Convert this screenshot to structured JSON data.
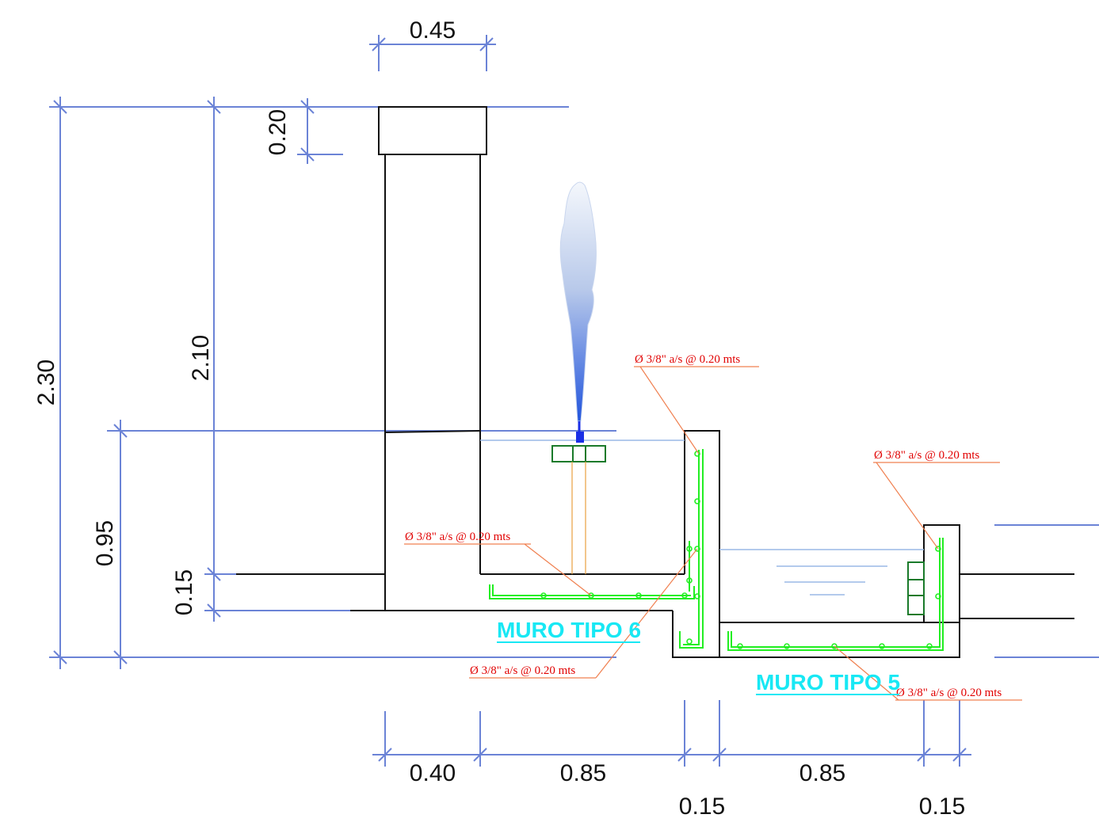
{
  "dimensions": {
    "top_width": "0.45",
    "cap_height": "0.20",
    "total_height": "2.30",
    "column_height": "2.10",
    "pool_height": "0.95",
    "slab_thickness": "0.15",
    "bottom_column": "0.40",
    "bottom_pool1": "0.85",
    "bottom_wall1": "0.15",
    "bottom_pool2": "0.85",
    "bottom_wall2": "0.15"
  },
  "rebar_notes": {
    "wall6": "Ø 3/8\" a/s @ 0.20 mts",
    "slab6": "Ø 3/8\" a/s @ 0.20 mts",
    "base6": "Ø 3/8\" a/s @ 0.20 mts",
    "wall5": "Ø 3/8\" a/s @ 0.20 mts",
    "slab5": "Ø 3/8\" a/s @ 0.20 mts"
  },
  "labels": {
    "muro6": "MURO TIPO 6",
    "muro5": "MURO TIPO 5"
  },
  "colors": {
    "dimension_line": "#6b83d6",
    "rebar": "#22ee22",
    "note": "#e10000",
    "title": "#18e8f4",
    "water_line": "#9ab8e6"
  }
}
